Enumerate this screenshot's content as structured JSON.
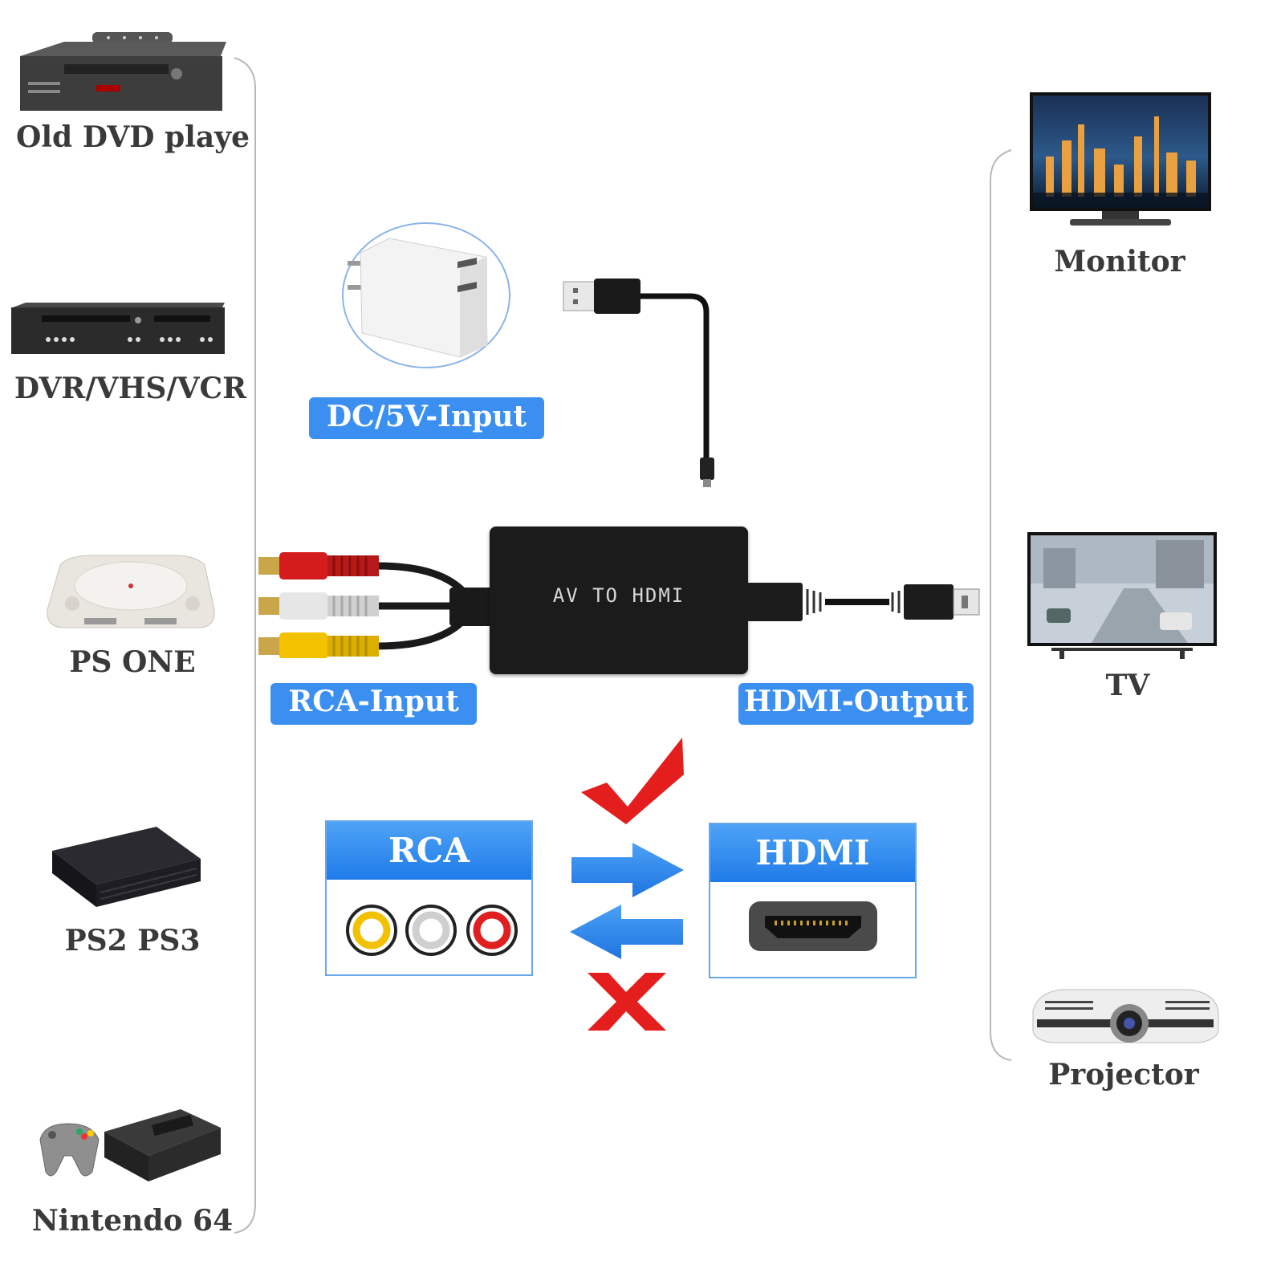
{
  "left_devices": [
    {
      "label": "Old DVD playe",
      "icon": "vcr-icon"
    },
    {
      "label": "DVR/VHS/VCR",
      "icon": "dvr-icon"
    },
    {
      "label": "PS ONE",
      "icon": "ps-one-icon"
    },
    {
      "label": "PS2 PS3",
      "icon": "ps2-icon"
    },
    {
      "label": "Nintendo 64",
      "icon": "n64-icon"
    }
  ],
  "right_devices": [
    {
      "label": "Monitor",
      "icon": "monitor-icon"
    },
    {
      "label": "TV",
      "icon": "tv-icon"
    },
    {
      "label": "Projector",
      "icon": "projector-icon"
    }
  ],
  "badges": {
    "power": "DC/5V-Input",
    "rca": "RCA-Input",
    "hdmi": "HDMI-Output"
  },
  "converter_text": "AV TO HDMI",
  "panels": {
    "rca_title": "RCA",
    "hdmi_title": "HDMI"
  },
  "colors": {
    "badge_blue": "#3b8ff0",
    "check_red": "#e41d1d",
    "arrow_blue": "#2f86ee",
    "rca_yellow": "#f2c200",
    "rca_white": "#cfcfcf",
    "rca_red": "#e02020"
  }
}
